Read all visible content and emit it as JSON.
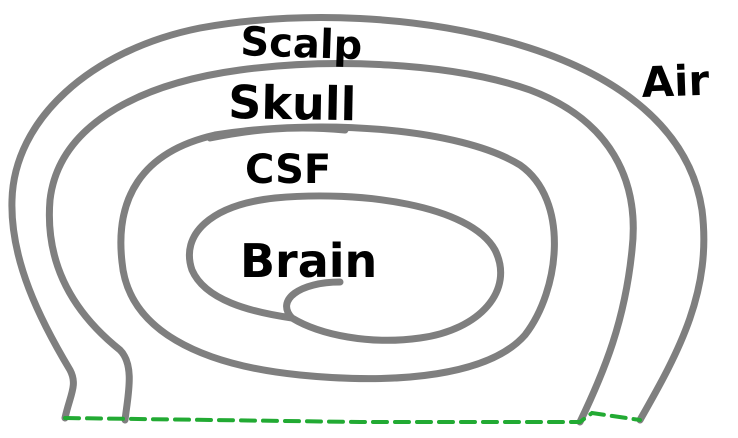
{
  "labels": {
    "scalp": "Scalp",
    "skull": "Skull",
    "csf": "CSF",
    "brain": "Brain",
    "air": "Air"
  },
  "colors": {
    "contour": "#7f7f7f",
    "baseline": "#22aa33",
    "text": "#000000"
  }
}
